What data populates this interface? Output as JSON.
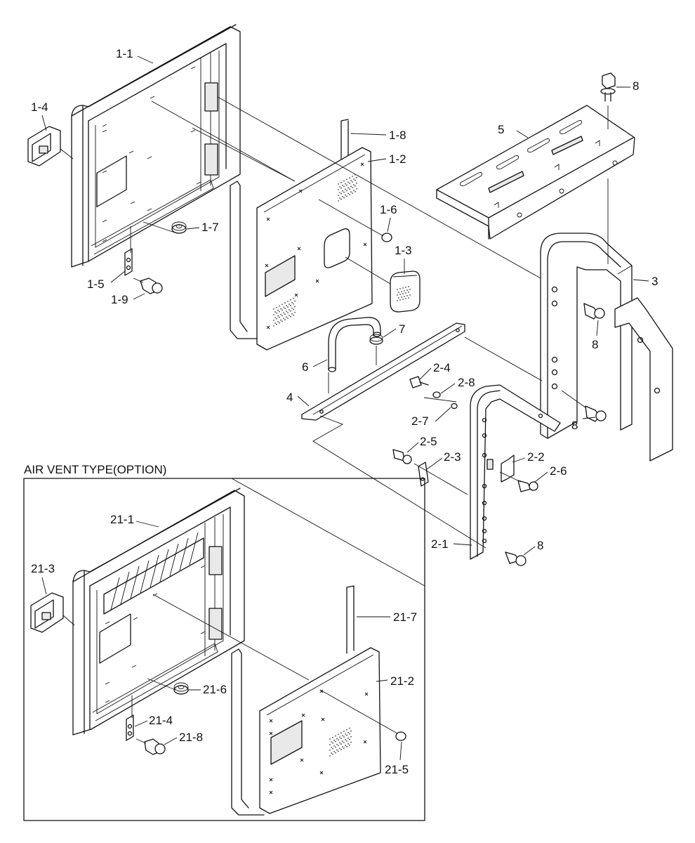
{
  "section_title": "AIR VENT TYPE(OPTION)",
  "labels": {
    "p1_1": "1-1",
    "p1_2": "1-2",
    "p1_3": "1-3",
    "p1_4": "1-4",
    "p1_5": "1-5",
    "p1_6": "1-6",
    "p1_7": "1-7",
    "p1_8": "1-8",
    "p1_9": "1-9",
    "p2_1": "2-1",
    "p2_2": "2-2",
    "p2_3": "2-3",
    "p2_4": "2-4",
    "p2_5": "2-5",
    "p2_6": "2-6",
    "p2_7": "2-7",
    "p2_8": "2-8",
    "p3": "3",
    "p4": "4",
    "p5": "5",
    "p6": "6",
    "p7": "7",
    "p8a": "8",
    "p8b": "8",
    "p8c": "8",
    "p8d": "8",
    "p21_1": "21-1",
    "p21_2": "21-2",
    "p21_3": "21-3",
    "p21_4": "21-4",
    "p21_5": "21-5",
    "p21_6": "21-6",
    "p21_7": "21-7",
    "p21_8": "21-8"
  }
}
